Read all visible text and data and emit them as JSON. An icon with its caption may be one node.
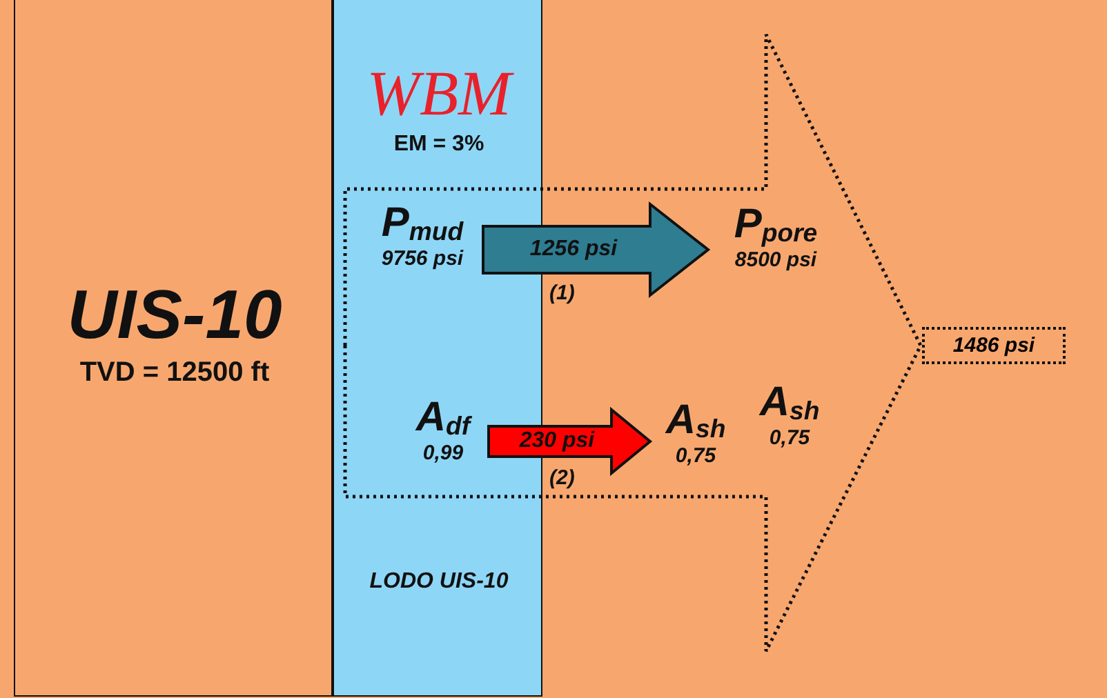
{
  "diagram": {
    "nodes": [
      {
        "text": [
          "UIS-10",
          "TVD = 12500 ft"
        ]
      },
      {
        "text": [
          "WBM",
          "EM = 3%",
          "LODO UIS-10"
        ]
      },
      {
        "text": [
          "P$_{mud}$",
          "9756 psi"
        ],
        "in": 1
      },
      {
        "text": [
          "P$_{pore}$",
          "8500 psi"
        ]
      },
      {
        "text": [
          "A$_{df}$",
          "0,99"
        ],
        "in": 1
      },
      {
        "text": [
          "A$_{sh}$",
          "0,75"
        ]
      },
      {
        "text": [
          "A$_{sh}$",
          "0,75"
        ]
      },
      {
        "text": [
          "1486 psi"
        ]
      }
    ],
    "edges": [
      {
        "from": 2,
        "to": 3,
        "arrow": "to",
        "label": "1256 psi",
        "color": "#2e7d91"
      },
      {
        "from": 4,
        "to": 5,
        "arrow": "to",
        "label": "230 psi",
        "color": "#ff0000"
      },
      {
        "from": null,
        "to": 7,
        "arrow": "to",
        "style": "dashed"
      }
    ],
    "labels": [
      "(1)",
      "(2)"
    ]
  }
}
